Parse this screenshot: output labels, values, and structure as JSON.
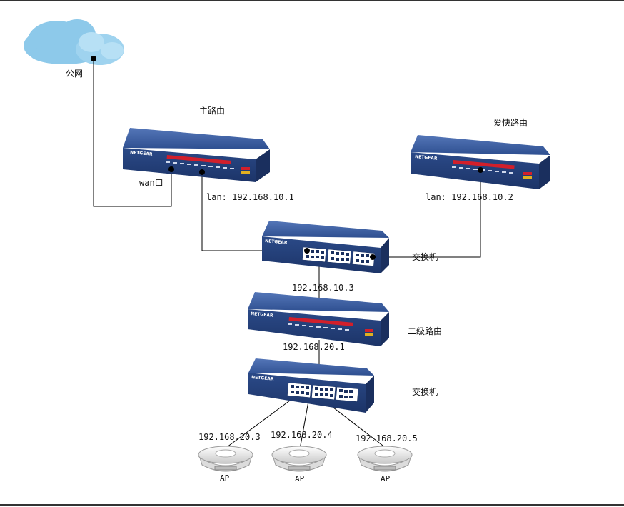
{
  "labels": {
    "internet": "公网",
    "main_router": "主路由",
    "aikuai_router": "爱快路由",
    "wan_port": "wan口",
    "lan_main": "lan: 192.168.10.1",
    "lan_aikuai": "lan: 192.168.10.2",
    "switch1": "交换机",
    "switch1_ip": "192.168.10.3",
    "secondary_router": "二级路由",
    "secondary_router_ip": "192.168.20.1",
    "switch2": "交换机",
    "ap1_ip": "192.168.20.3",
    "ap2_ip": "192.168.20.4",
    "ap3_ip": "192.168.20.5",
    "ap1": "AP",
    "ap2": "AP",
    "ap3": "AP"
  },
  "device_brand": "NETGEAR",
  "colors": {
    "device_blue": "#2d4f8e",
    "device_top": "#3f63a6",
    "cloud": "#8dc9ea",
    "line": "#000000"
  }
}
